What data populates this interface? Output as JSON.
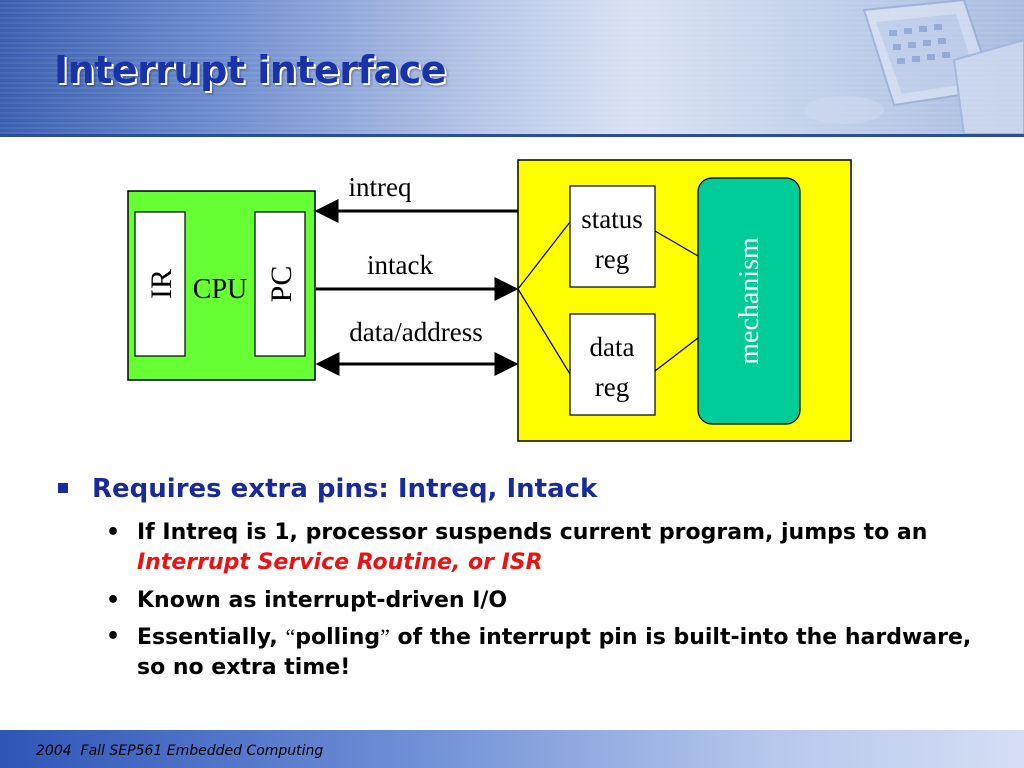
{
  "slide": {
    "title": "Interrupt interface",
    "footer": "2004  Fall SEP561 Embedded Computing"
  },
  "diagram": {
    "cpu": {
      "label": "CPU",
      "ir": "IR",
      "pc": "PC"
    },
    "signals": {
      "intreq": "intreq",
      "intack": "intack",
      "data_address": "data/address"
    },
    "device": {
      "status_reg": [
        "status",
        "reg"
      ],
      "data_reg": [
        "data",
        "reg"
      ],
      "mechanism": "mechanism"
    },
    "colors": {
      "cpu_fill": "#66ff33",
      "device_fill": "#ffff00",
      "mechanism_fill": "#00cc99",
      "register_fill": "#ffffff"
    }
  },
  "bullets": {
    "main": "Requires extra pins: Intreq, Intack",
    "sub": [
      {
        "text": "If Intreq is 1, processor suspends current program, jumps to an ",
        "emphasis": "Interrupt Service Routine, or ISR"
      },
      {
        "text": "Known as interrupt-driven I/O"
      },
      {
        "before": "Essentially, ",
        "open_quote": "“",
        "quoted": "polling",
        "close_quote": "”",
        "after": " of the interrupt pin is built-into the hardware, so no extra time!"
      }
    ],
    "bullet_glyph": "•"
  }
}
